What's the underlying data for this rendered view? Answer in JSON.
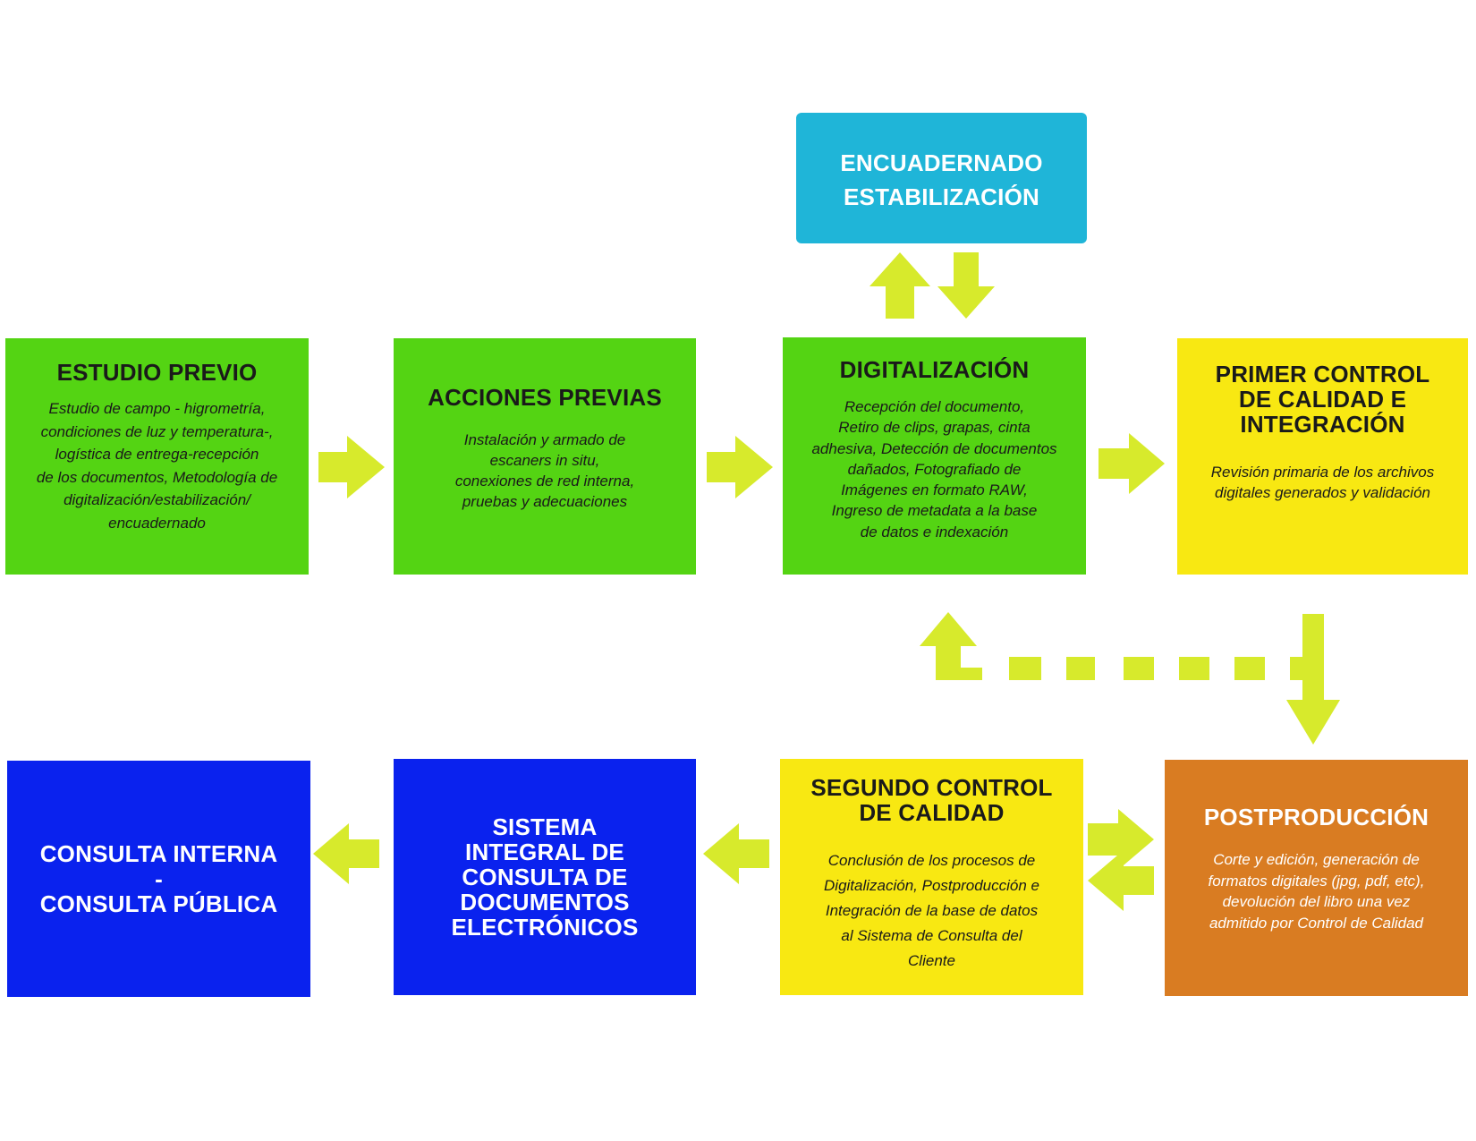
{
  "colors": {
    "green": "#54d413",
    "yellow": "#f8e812",
    "cyan": "#1fb5d8",
    "orange": "#d97c22",
    "blue": "#0a22ee",
    "arrow": "#d7ea2c"
  },
  "boxes": {
    "encuadernado": {
      "title": "ENCUADERNADO\nESTABILIZACIÓN"
    },
    "estudio_previo": {
      "title": "ESTUDIO PREVIO",
      "desc": "Estudio  de campo - higrometría,\ncondiciones de luz y temperatura-,\nlogística de entrega-recepción\nde los documentos, Metodología de\ndigitalización/estabilización/\nencuadernado"
    },
    "acciones_previas": {
      "title": "ACCIONES PREVIAS",
      "desc": "Instalación y armado de\nescaners in situ,\nconexiones de red interna,\npruebas y adecuaciones"
    },
    "digitalizacion": {
      "title": "DIGITALIZACIÓN",
      "desc": "Recepción del documento,\nRetiro de clips, grapas, cinta\nadhesiva, Detección de documentos\ndañados, Fotografiado de\nImágenes en formato RAW,\nIngreso de metadata a la base\nde datos e indexación"
    },
    "primer_control": {
      "title": "PRIMER CONTROL\nDE CALIDAD E\nINTEGRACIÓN",
      "desc": "Revisión primaria de los archivos\ndigitales generados y validación"
    },
    "consulta": {
      "title": "CONSULTA INTERNA\n-\nCONSULTA PÚBLICA"
    },
    "sistema_integral": {
      "title": "SISTEMA\nINTEGRAL DE\nCONSULTA DE\nDOCUMENTOS\nELECTRÓNICOS"
    },
    "segundo_control": {
      "title": "SEGUNDO CONTROL\nDE CALIDAD",
      "desc": "Conclusión de los procesos de\nDigitalización, Postproducción e\nIntegración de la base de datos\nal Sistema de Consulta del\nCliente"
    },
    "postproduccion": {
      "title": "POSTPRODUCCIÓN",
      "desc": "Corte y edición, generación de\nformatos digitales (jpg, pdf, etc),\ndevolución del libro una vez\nadmitido por Control de Calidad"
    }
  }
}
